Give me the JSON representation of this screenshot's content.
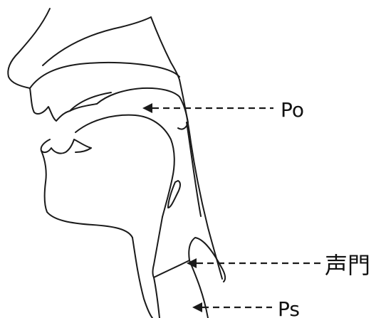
{
  "labels": {
    "oral_pressure": "Po",
    "glottis": "声門",
    "subglottal_pressure": "Ps"
  },
  "colors": {
    "line": "#1a1a1a",
    "background": "#ffffff"
  }
}
